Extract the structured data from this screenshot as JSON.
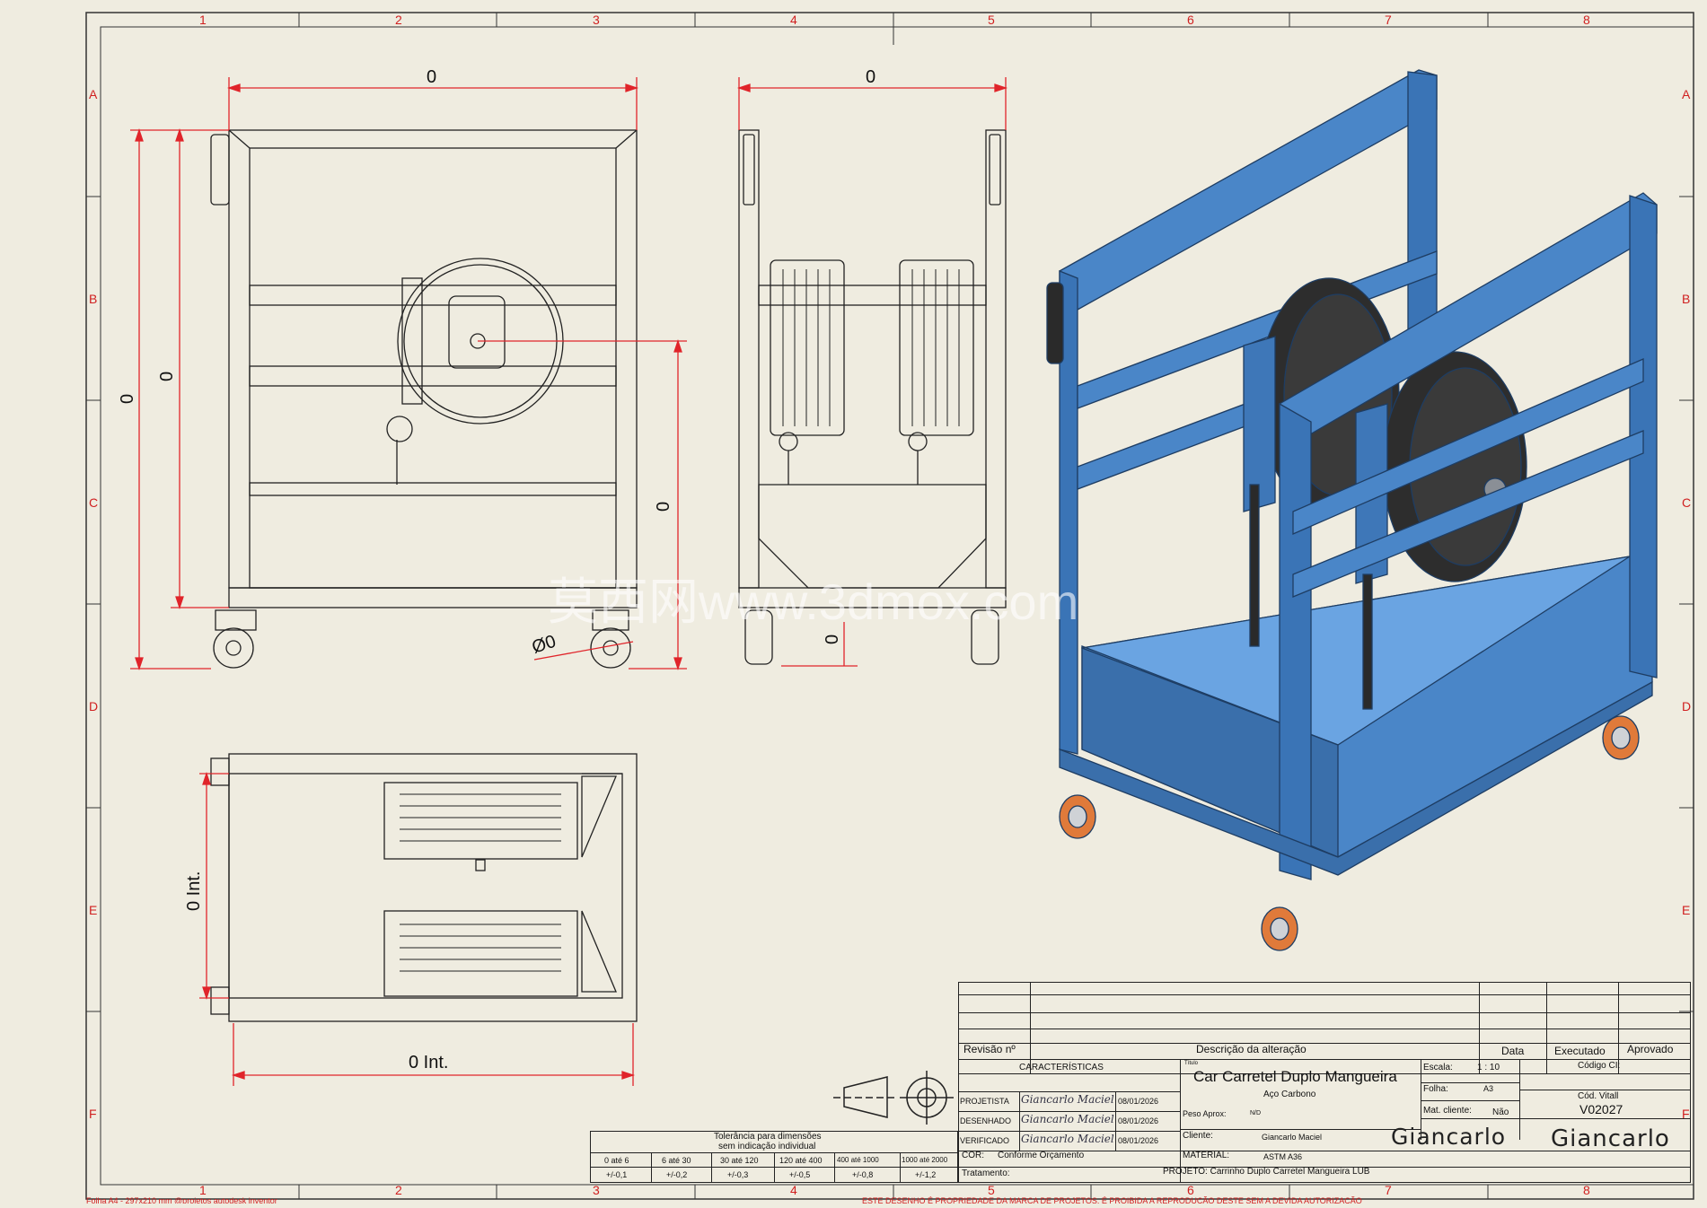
{
  "dimensions": {
    "front_width": "0",
    "side_width": "0",
    "front_height_outer": "0",
    "front_height_inner": "0",
    "reel_axis_height": "0",
    "wheel_diameter": "Ø0",
    "side_wheel_height": "0",
    "top_depth_int": "0 Int.",
    "top_width_int": "0 Int."
  },
  "grid": {
    "columns": [
      "1",
      "2",
      "3",
      "4",
      "5",
      "6",
      "7",
      "8"
    ],
    "rows": [
      "A",
      "B",
      "C",
      "D",
      "E",
      "F"
    ]
  },
  "watermark": "莫西网www.3dmox.com",
  "revision_table": {
    "revision_label": "Revisão nº",
    "description_label": "Descrição da alteração",
    "date_label": "Data",
    "executed_label": "Executado",
    "approved_label": "Aprovado"
  },
  "title_block": {
    "characteristics_label": "CARACTERÍSTICAS",
    "title_small_label": "Título",
    "title": "Car Carretel Duplo Mangueira",
    "subtitle": "Aço Carbono",
    "scale_label": "Escala:",
    "scale_value": "1 : 10",
    "sheet_label": "Folha:",
    "sheet_value": "A3",
    "client_code_label": "Mat. cliente:",
    "client_code_value": "Não",
    "code_ci_label": "Código CI:",
    "code_vitall_label": "Cód. Vitall",
    "code_vitall_value": "V02027",
    "weight_label": "Peso Aprox:",
    "weight_value": "N/D",
    "client_label": "Cliente:",
    "client_value": "Giancarlo Maciel",
    "material_label": "MATERIAL:",
    "material_value": "ASTM A36",
    "color_label": "COR:",
    "color_value": "Conforme Orçamento",
    "treatment_label": "Tratamento:",
    "project_label": "PROJETO: Carrinho Duplo Carretel Mangueira LUB",
    "logo_left": "Giancarlo",
    "logo_right": "Giancarlo"
  },
  "signatures": [
    {
      "role": "PROJETISTA",
      "signature": "Giancarlo Maciel",
      "date": "08/01/2026"
    },
    {
      "role": "DESENHADO",
      "signature": "Giancarlo Maciel",
      "date": "08/01/2026"
    },
    {
      "role": "VERIFICADO",
      "signature": "Giancarlo Maciel",
      "date": "08/01/2026"
    }
  ],
  "tolerance": {
    "header_line1": "Tolerância para dimensões",
    "header_line2": "sem indicação individual",
    "ranges": [
      "0 até 6",
      "6 até 30",
      "30 até 120",
      "120 até 400",
      "400 até 1000",
      "1000 até 2000"
    ],
    "values": [
      "+/-0,1",
      "+/-0,2",
      "+/-0,3",
      "+/-0,5",
      "+/-0,8",
      "+/-1,2"
    ]
  },
  "footer": {
    "left": "Folha A4 - 297x210 mm  @projetos autodesk inventor",
    "right": "ESTE DESENHO É PROPRIEDADE DA MARCA DE PROJETOS. É PROIBIDA A REPRODUÇÃO DESTE SEM A DEVIDA AUTORIZAÇÃO"
  },
  "colors": {
    "frame_blue": "#4a86c8",
    "frame_blue_dark": "#2f5f96",
    "dimension_red": "#e0242a",
    "sheet_bg": "#efece0",
    "wheel_orange": "#e07a3a"
  }
}
